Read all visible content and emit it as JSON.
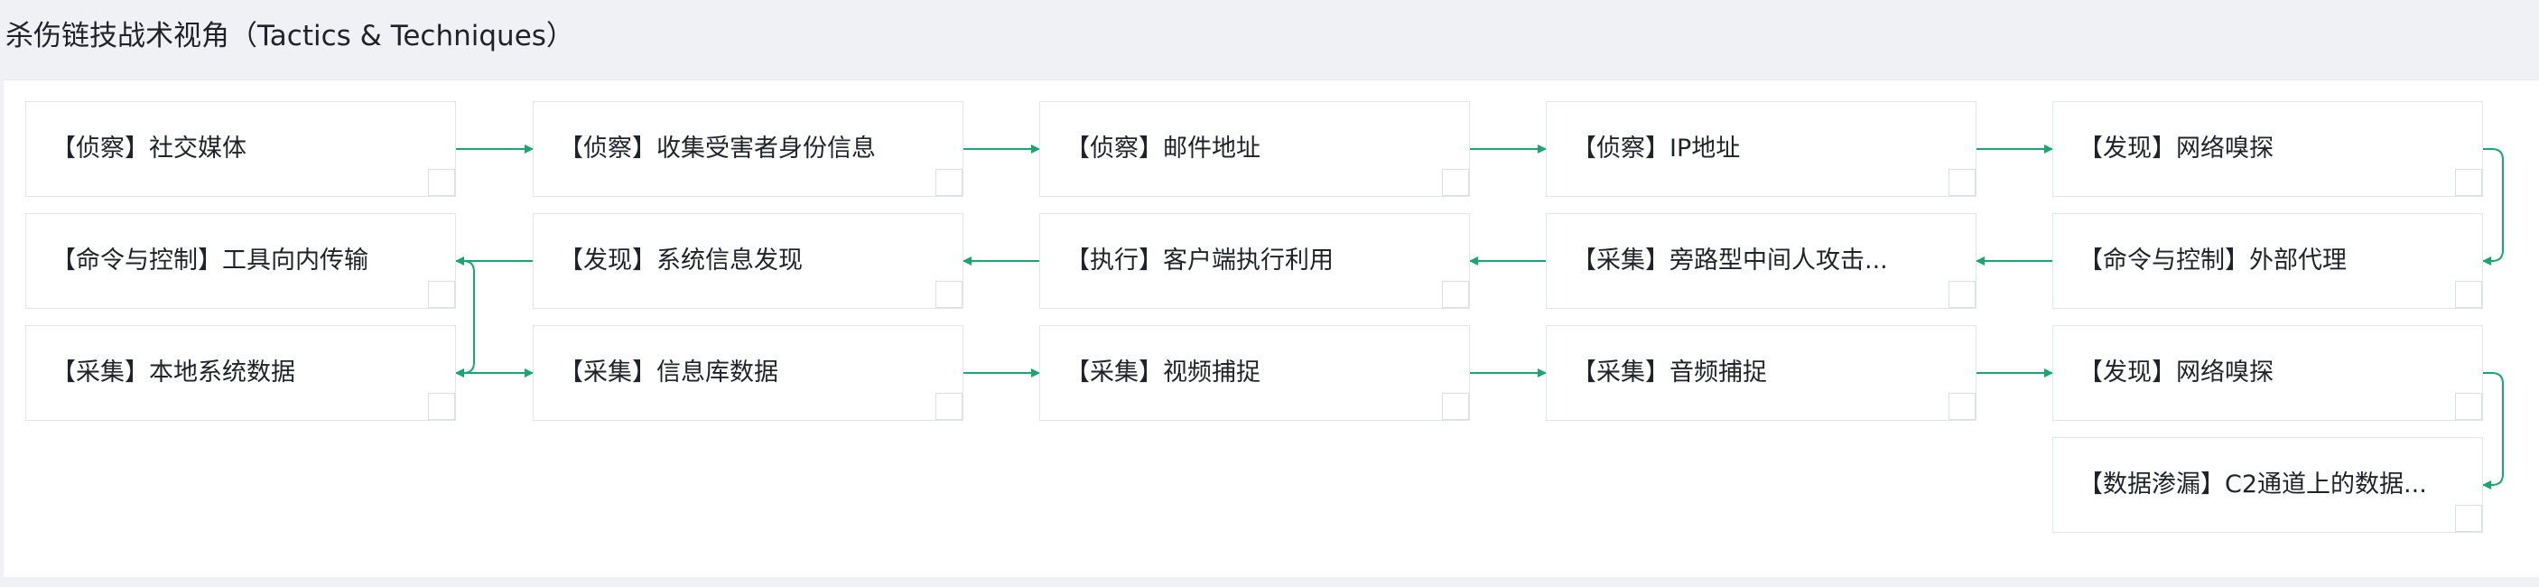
{
  "page": {
    "title": "杀伤链技战术视角（Tactics & Techniques）"
  },
  "colors": {
    "page_background": "#f0f1f4",
    "panel_background": "#ffffff",
    "node_border": "#e3e5e8",
    "connector": "#16a86e"
  },
  "flow": {
    "nodes": [
      {
        "label": "【侦察】社交媒体",
        "selected": false
      },
      {
        "label": "【侦察】收集受害者身份信息",
        "selected": false
      },
      {
        "label": "【侦察】邮件地址",
        "selected": false
      },
      {
        "label": "【侦察】IP地址",
        "selected": false
      },
      {
        "label": "【发现】网络嗅探",
        "selected": false
      },
      {
        "label": "【命令与控制】外部代理",
        "selected": false
      },
      {
        "label": "【采集】旁路型中间人攻击...",
        "selected": false
      },
      {
        "label": "【执行】客户端执行利用",
        "selected": false
      },
      {
        "label": "【发现】系统信息发现",
        "selected": false
      },
      {
        "label": "【命令与控制】工具向内传输",
        "selected": false
      },
      {
        "label": "【采集】本地系统数据",
        "selected": false
      },
      {
        "label": "【采集】信息库数据",
        "selected": false
      },
      {
        "label": "【采集】视频捕捉",
        "selected": false
      },
      {
        "label": "【采集】音频捕捉",
        "selected": false
      },
      {
        "label": "【发现】网络嗅探",
        "selected": false
      },
      {
        "label": "【数据渗漏】C2通道上的数据...",
        "selected": false
      }
    ],
    "edges": [
      [
        0,
        1
      ],
      [
        1,
        2
      ],
      [
        2,
        3
      ],
      [
        3,
        4
      ],
      [
        4,
        5
      ],
      [
        5,
        6
      ],
      [
        6,
        7
      ],
      [
        7,
        8
      ],
      [
        8,
        9
      ],
      [
        9,
        10
      ],
      [
        10,
        11
      ],
      [
        11,
        12
      ],
      [
        12,
        13
      ],
      [
        13,
        14
      ],
      [
        14,
        15
      ]
    ]
  }
}
